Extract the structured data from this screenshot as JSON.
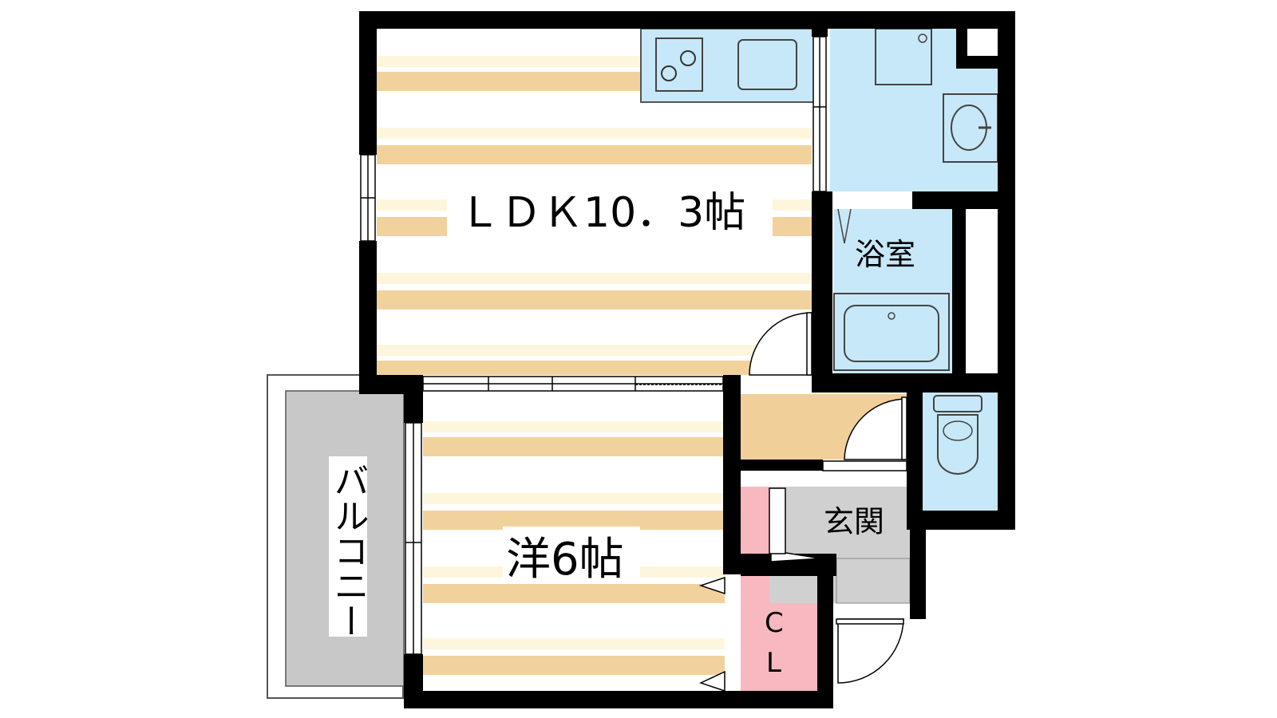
{
  "rooms": {
    "ldk": {
      "label": "ＬＤＫ10．3帖"
    },
    "western": {
      "label": "洋6帖"
    },
    "bath": {
      "label": "浴室"
    },
    "entrance": {
      "label": "玄関"
    },
    "closet": {
      "label_line1": "C",
      "label_line2": "L"
    },
    "balcony": {
      "label": "バルコニー"
    }
  },
  "colors": {
    "floor_stripe": "#f2d29c",
    "floor_stripe_light": "#fdf6dc",
    "wet_area": "#c7e8f8",
    "storage": "#f7b8c0",
    "entrance": "#d0d0d0",
    "hall": "#f1cf98",
    "balcony": "#c8c8c8",
    "wall": "#000000"
  }
}
